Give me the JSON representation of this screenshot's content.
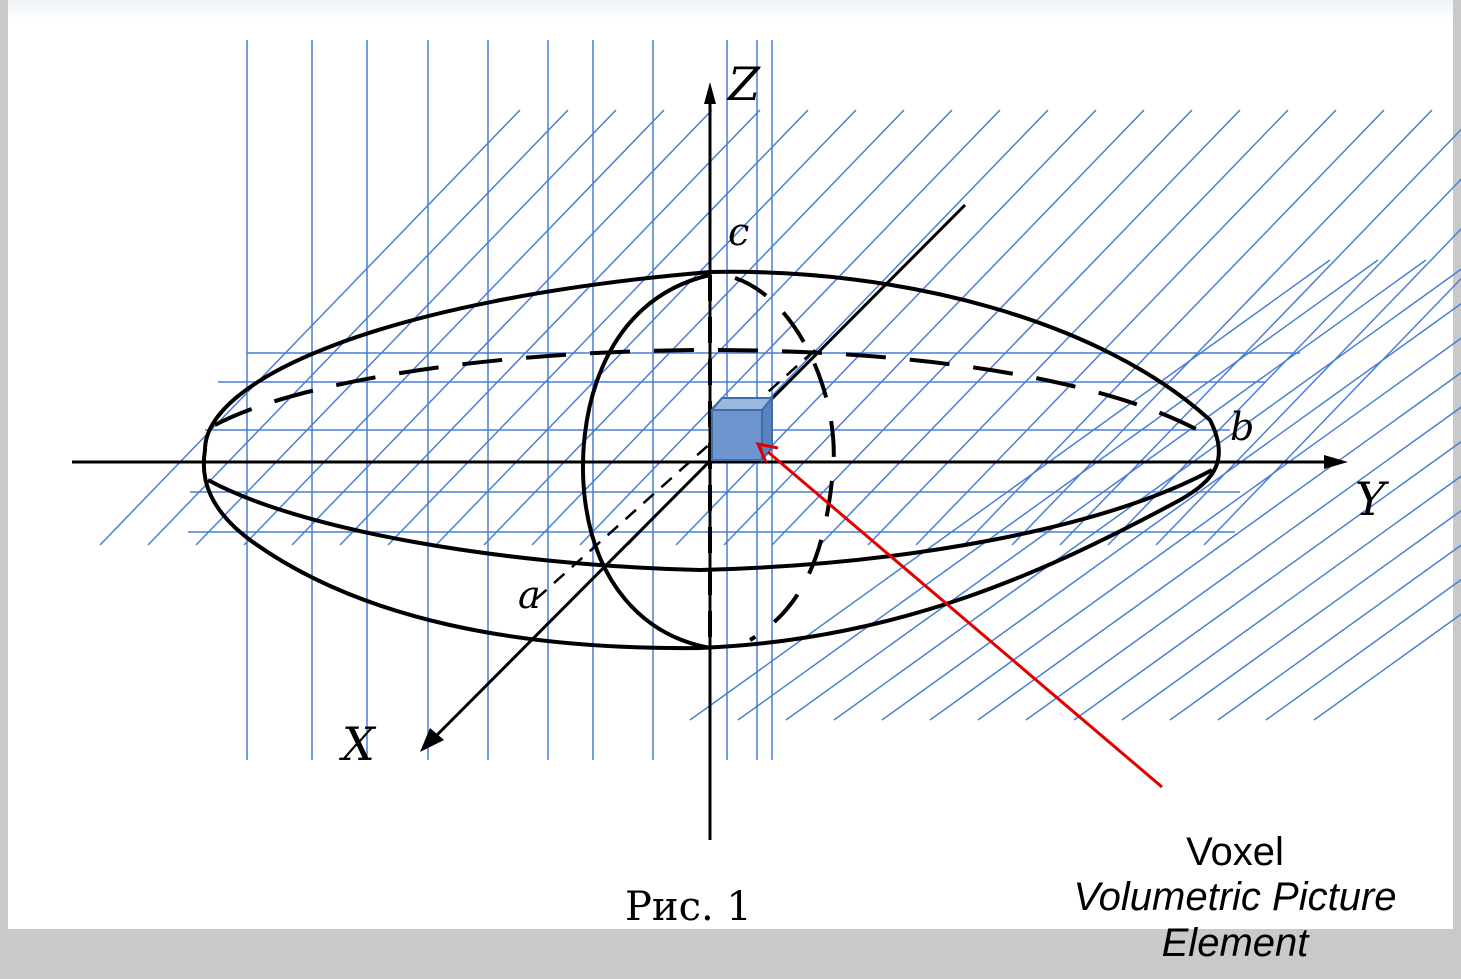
{
  "labels": {
    "z_axis": "Z",
    "y_axis": "Y",
    "x_axis": "X",
    "c": "c",
    "b": "b",
    "a": "a"
  },
  "caption": "Рис. 1",
  "voxel": {
    "title": "Voxel",
    "subtitle": "Volumetric Picture Element"
  },
  "colors": {
    "grid": "#4a7fd4",
    "voxel_face": "#6f95cf",
    "voxel_edge": "#3e6ea8",
    "arrow": "#e00000",
    "outline": "#000000"
  }
}
